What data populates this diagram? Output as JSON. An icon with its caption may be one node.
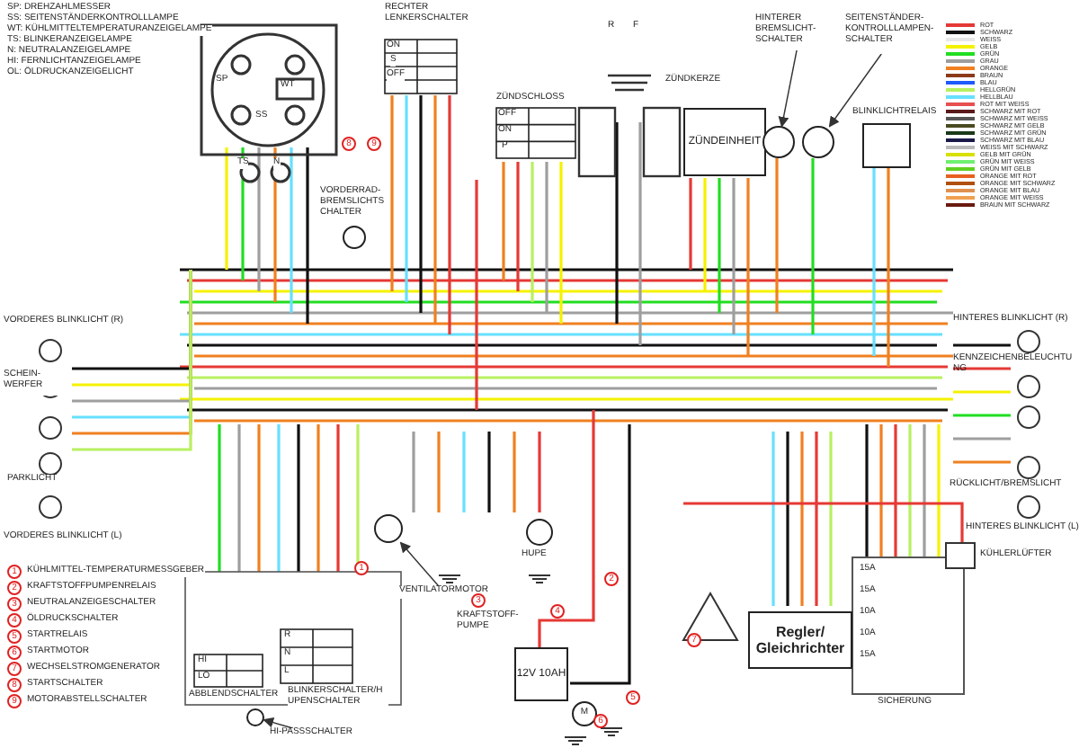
{
  "diagram": {
    "nodes": [
      {
        "text": [
          "RECHTER LENKERSCHALTER"
        ]
      },
      {
        "text": [
          "ZÜNDSCHLOSS"
        ]
      },
      {
        "text": [
          "VORDERRAD-BREMSLICHTSCHALTER"
        ]
      },
      {
        "text": [
          "ZÜNDKERZE"
        ]
      },
      {
        "text": [
          "ZÜNDEINHEIT"
        ]
      },
      {
        "text": [
          "HINTERER BREMSLICHT-SCHALTER"
        ]
      },
      {
        "text": [],
        "shape": "circle"
      },
      {
        "text": [
          "SEITENSTÄNDER-KONTROLLLAMPEN-SCHALTER"
        ]
      },
      {
        "text": [],
        "shape": "circle"
      },
      {
        "text": [
          "BLINKLICHTRELAIS"
        ]
      },
      {
        "text": [
          "VORDERES BLINKLICHT (R)"
        ]
      },
      {
        "text": [
          "SCHEIN-WERFER"
        ]
      },
      {
        "text": [
          "PARKLICHT"
        ]
      },
      {
        "text": [
          "VORDERES BLINKLICHT (L)"
        ]
      },
      {
        "text": [
          "HUPE"
        ]
      },
      {
        "text": [
          "KRAFTSTOFF-PUMPE"
        ]
      },
      {
        "text": [
          "12V 10AH"
        ]
      },
      {
        "text": [
          "Regler/ Gleichrichter"
        ]
      },
      {
        "text": [
          "SICHERUNG"
        ]
      },
      {
        "text": [
          "HINTERES BLINKLICHT (R)"
        ]
      },
      {
        "text": [
          "KENNZEICHENBELEUCHTUNG"
        ]
      },
      {
        "text": [
          "RÜCKLICHT/BREMSLICHT"
        ]
      },
      {
        "text": [
          "HINTERES BLINKLICHT (L)"
        ]
      },
      {
        "text": [
          "KÜHLERLÜFTER"
        ]
      },
      {
        "text": [
          "VENTILATORMOTOR"
        ]
      },
      {
        "text": [],
        "shape": "circle"
      },
      {
        "text": [
          "HI-PASSSCHALTER"
        ]
      },
      {
        "text": [],
        "shape": "circle"
      },
      {
        "text": [
          "ABBLENDSCHALTER"
        ]
      },
      {
        "text": [
          "BLINKERSCHALTER/HUPENSCHALTER"
        ]
      },
      {
        "text": [
          "M"
        ]
      }
    ],
    "edges": [
      {
        "from": 5,
        "to": 6,
        "arrow": "to"
      },
      {
        "from": 7,
        "to": 8,
        "arrow": "to"
      },
      {
        "from": 24,
        "to": 25,
        "arrow": "to"
      },
      {
        "from": 26,
        "to": 27,
        "arrow": "to"
      }
    ],
    "labels": [
      "SP: DREHZAHLMESSER",
      "SS: SEITENSTÄNDERKONTROLLLAMPE",
      "WT: KÜHLMITTELTEMPERATURANZEIGELAMPE",
      "TS: BLINKERANZEIGELAMPE",
      "N: NEUTRALANZEIGELAMPE",
      "HI: FERNLICHTANZEIGELAMPE",
      "OL: ÖLDRUCKANZEIGELICHT",
      "ON",
      "S",
      "OFF",
      "OFF",
      "ON",
      "P",
      "R",
      "F",
      "SP",
      "WT",
      "SS",
      "TS",
      "N",
      "8",
      "9",
      "1",
      "KÜHLMITTEL-TEMPERATURMESSGEBER",
      "2",
      "KRAFTSTOFFPUMPENRELAIS",
      "3",
      "NEUTRALANZEIGESCHALTER",
      "4",
      "ÖLDRUCKSCHALTER",
      "5",
      "STARTRELAIS",
      "6",
      "STARTMOTOR",
      "7",
      "WECHSELSTROMGENERATOR",
      "8",
      "STARTSCHALTER",
      "9",
      "MOTORABSTELLSCHALTER",
      "1",
      "2",
      "3",
      "4",
      "7",
      "6",
      "5",
      "HI",
      "LO",
      "R",
      "N",
      "L",
      "15A",
      "15A",
      "10A",
      "10A",
      "15A"
    ],
    "legend": [
      {
        "text": "ROT",
        "color": "#e53935"
      },
      {
        "text": "SCHWARZ",
        "color": "#111111"
      },
      {
        "text": "WEISS",
        "color": "#e8e8e8"
      },
      {
        "text": "GELB",
        "color": "#f5f200"
      },
      {
        "text": "GRÜN",
        "color": "#22dd22"
      },
      {
        "text": "GRAU",
        "color": "#9e9e9e"
      },
      {
        "text": "ORANGE",
        "color": "#f08020"
      },
      {
        "text": "BRAUN",
        "color": "#8b3a1a"
      },
      {
        "text": "BLAU",
        "color": "#1e5aff"
      },
      {
        "text": "HELLGRÜN",
        "color": "#b8f060"
      },
      {
        "text": "HELLBLAU",
        "color": "#66e0ff"
      },
      {
        "text": "ROT MIT WEISS",
        "color": "#e85050"
      },
      {
        "text": "SCHWARZ MIT ROT",
        "color": "#5a1a1a"
      },
      {
        "text": "SCHWARZ MIT WEISS",
        "color": "#555555"
      },
      {
        "text": "SCHWARZ MIT GELB",
        "color": "#4a4a20"
      },
      {
        "text": "SCHWARZ MIT GRÜN",
        "color": "#1a3a1a"
      },
      {
        "text": "SCHWARZ MIT BLAU",
        "color": "#1a1a4a"
      },
      {
        "text": "WEISS MIT SCHWARZ",
        "color": "#bbbbbb"
      },
      {
        "text": "GELB MIT GRÜN",
        "color": "#d8e000"
      },
      {
        "text": "GRÜN MIT WEISS",
        "color": "#70f070"
      },
      {
        "text": "GRÜN MIT GELB",
        "color": "#60d020"
      },
      {
        "text": "ORANGE MIT ROT",
        "color": "#e86020"
      },
      {
        "text": "ORANGE MIT SCHWARZ",
        "color": "#b05010"
      },
      {
        "text": "ORANGE MIT BLAU",
        "color": "#e09050"
      },
      {
        "text": "ORANGE MIT WEISS",
        "color": "#f0a050"
      },
      {
        "text": "BRAUN MIT SCHWARZ",
        "color": "#6a1a10"
      }
    ]
  }
}
